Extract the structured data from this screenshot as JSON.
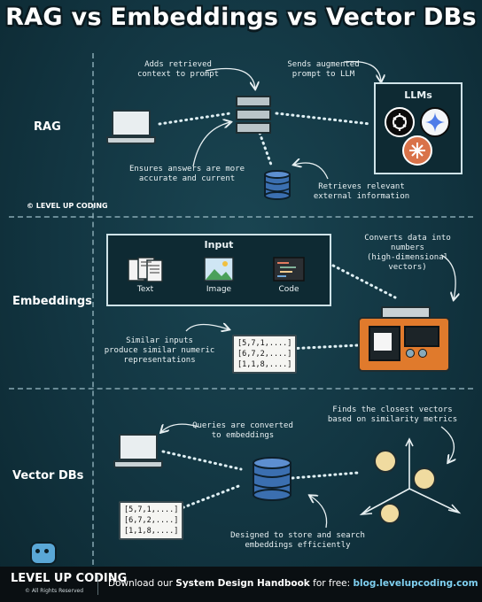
{
  "title": "RAG vs Embeddings vs Vector DBs",
  "sections": {
    "rag": {
      "label": "RAG",
      "notes": {
        "adds_context": "Adds retrieved\ncontext to prompt",
        "sends_augmented": "Sends augmented\nprompt to LLM",
        "ensures_answers": "Ensures answers are more\naccurate and current",
        "retrieves": "Retrieves relevant\nexternal information"
      },
      "llm_box_label": "LLMs",
      "brand": "© LEVEL UP CODING"
    },
    "embeddings": {
      "label": "Embeddings",
      "input_title": "Input",
      "inputs": [
        "Text",
        "Image",
        "Code"
      ],
      "notes": {
        "converts": "Converts data into numbers\n(high-dimensional vectors)",
        "similar": "Similar inputs\nproduce similar numeric\nrepresentations"
      },
      "vectors": [
        "[5,7,1,....]",
        "[6,7,2,....]",
        "[1,1,8,....]"
      ]
    },
    "vectordbs": {
      "label": "Vector DBs",
      "notes": {
        "queries": "Queries are converted\nto embeddings",
        "closest": "Finds the closest vectors\nbased on similarity metrics",
        "designed": "Designed to store and search\nembeddings efficiently"
      },
      "vectors": [
        "[5,7,1,....]",
        "[6,7,2,....]",
        "[1,1,8,....]"
      ]
    }
  },
  "footer": {
    "brand": "LEVEL UP CODING",
    "rights": "© All Rights Reserved",
    "cta_prefix": "Download our ",
    "cta_bold": "System Design Handbook",
    "cta_suffix": " for free: ",
    "link": "blog.levelupcoding.com"
  }
}
